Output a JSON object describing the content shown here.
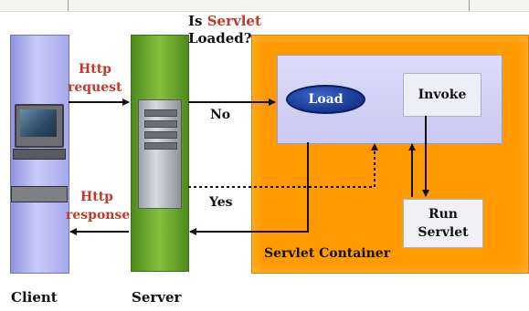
{
  "labels": {
    "client": "Client",
    "server": "Server",
    "question_prefix": "Is",
    "question_servlet": "Servlet",
    "question_line2": "Loaded?",
    "http_request_1": "Http",
    "http_request_2": "request",
    "http_response_1": "Http",
    "http_response_2": "response",
    "no": "No",
    "yes": "Yes",
    "load": "Load",
    "invoke": "Invoke",
    "run_1": "Run",
    "run_2": "Servlet",
    "container": "Servlet Container"
  },
  "colors": {
    "client": "#a6a9ec",
    "server": "#6aa62c",
    "container": "#ff9b00",
    "highlight_text": "#c0392b",
    "load_ellipse": "#1a3c9a"
  },
  "icons": {
    "client": "desktop-computer-icon",
    "server": "server-tower-icon"
  }
}
